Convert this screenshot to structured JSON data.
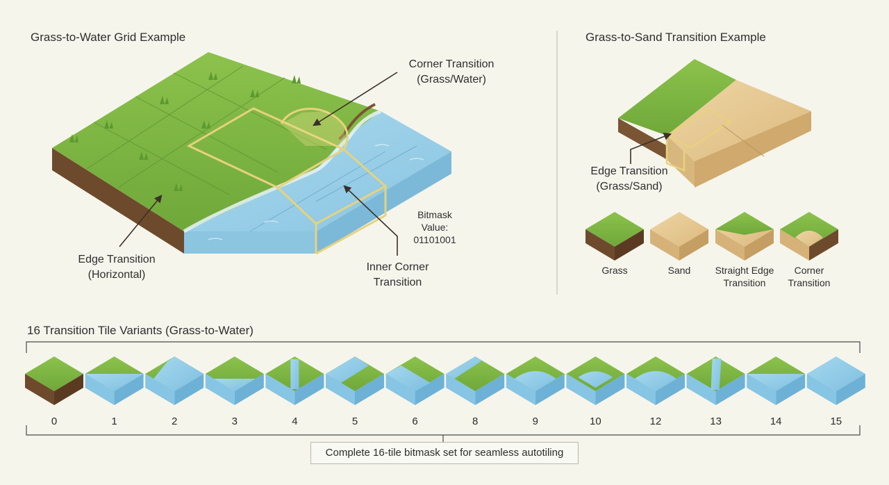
{
  "left_panel": {
    "title": "Grass-to-Water Grid Example",
    "corner_label": [
      "Corner Transition",
      "(Grass/Water)"
    ],
    "edge_label": [
      "Edge Transition",
      "(Horizontal)"
    ],
    "inner_label": [
      "Inner Corner",
      "Transition"
    ],
    "bitmask_label": [
      "Bitmask Value:",
      "01101001"
    ]
  },
  "right_panel": {
    "title": "Grass-to-Sand Transition Example",
    "edge_label": [
      "Edge Transition",
      "(Grass/Sand)"
    ],
    "tiles": [
      {
        "label": [
          "Grass"
        ]
      },
      {
        "label": [
          "Sand"
        ]
      },
      {
        "label": [
          "Straight Edge",
          "Transition"
        ]
      },
      {
        "label": [
          "Corner",
          "Transition"
        ]
      }
    ]
  },
  "variants": {
    "title": "16 Transition Tile Variants (Grass-to-Water)",
    "numbers": [
      "0",
      "1",
      "2",
      "3",
      "4",
      "5",
      "6",
      "8",
      "9",
      "10",
      "12",
      "13",
      "14",
      "15"
    ],
    "caption": "Complete 16-tile bitmask set for seamless autotiling"
  },
  "colors": {
    "grass": "#7cb342",
    "grass_dark": "#5e9433",
    "soil": "#7a5534",
    "water": "#8ecae6",
    "water_dark": "#5fa8cf",
    "sand": "#e6c894",
    "highlight": "#e9d98a",
    "background": "#f6f5ec"
  }
}
